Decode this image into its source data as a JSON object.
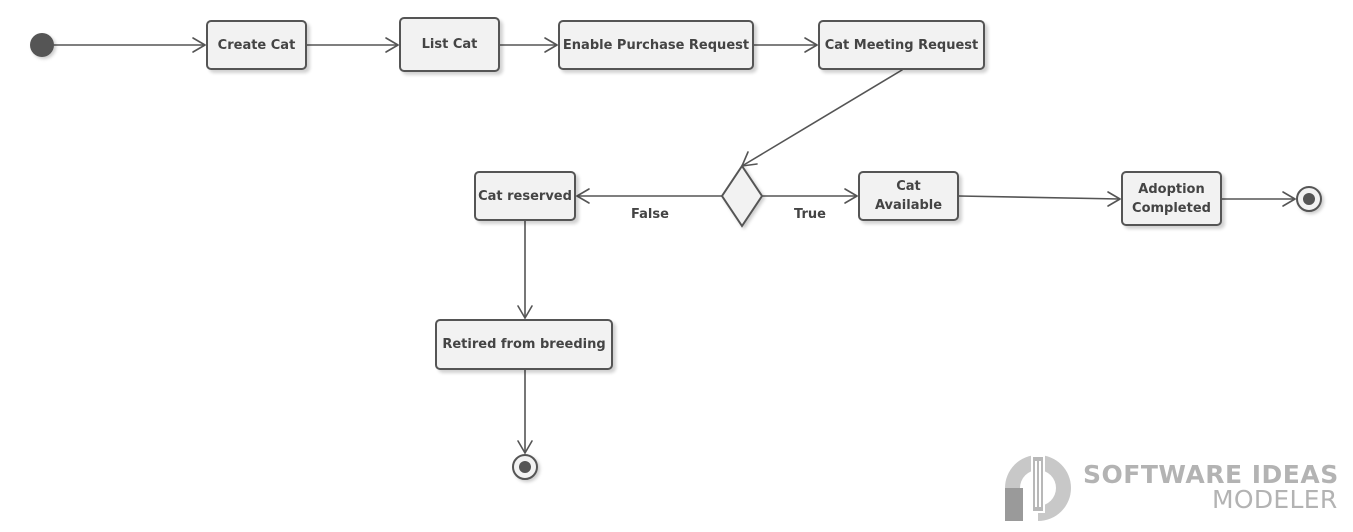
{
  "diagram": {
    "actions": {
      "create_cat": "Create Cat",
      "list_cat": "List Cat",
      "enable_purchase_request": "Enable Purchase Request",
      "cat_meeting_request": "Cat Meeting Request",
      "cat_reserved": "Cat reserved",
      "cat_available": "Cat\nAvailable",
      "adoption_completed": "Adoption\nCompleted",
      "retired_from_breeding": "Retired from breeding"
    },
    "guards": {
      "false_label": "False",
      "true_label": "True"
    }
  },
  "watermark": {
    "line1": "SOFTWARE IDEAS",
    "line2": "MODELER"
  },
  "colors": {
    "stroke": "#555555",
    "node_fill": "#f2f2f2",
    "text": "#444444",
    "watermark": "#b3b3b3"
  }
}
